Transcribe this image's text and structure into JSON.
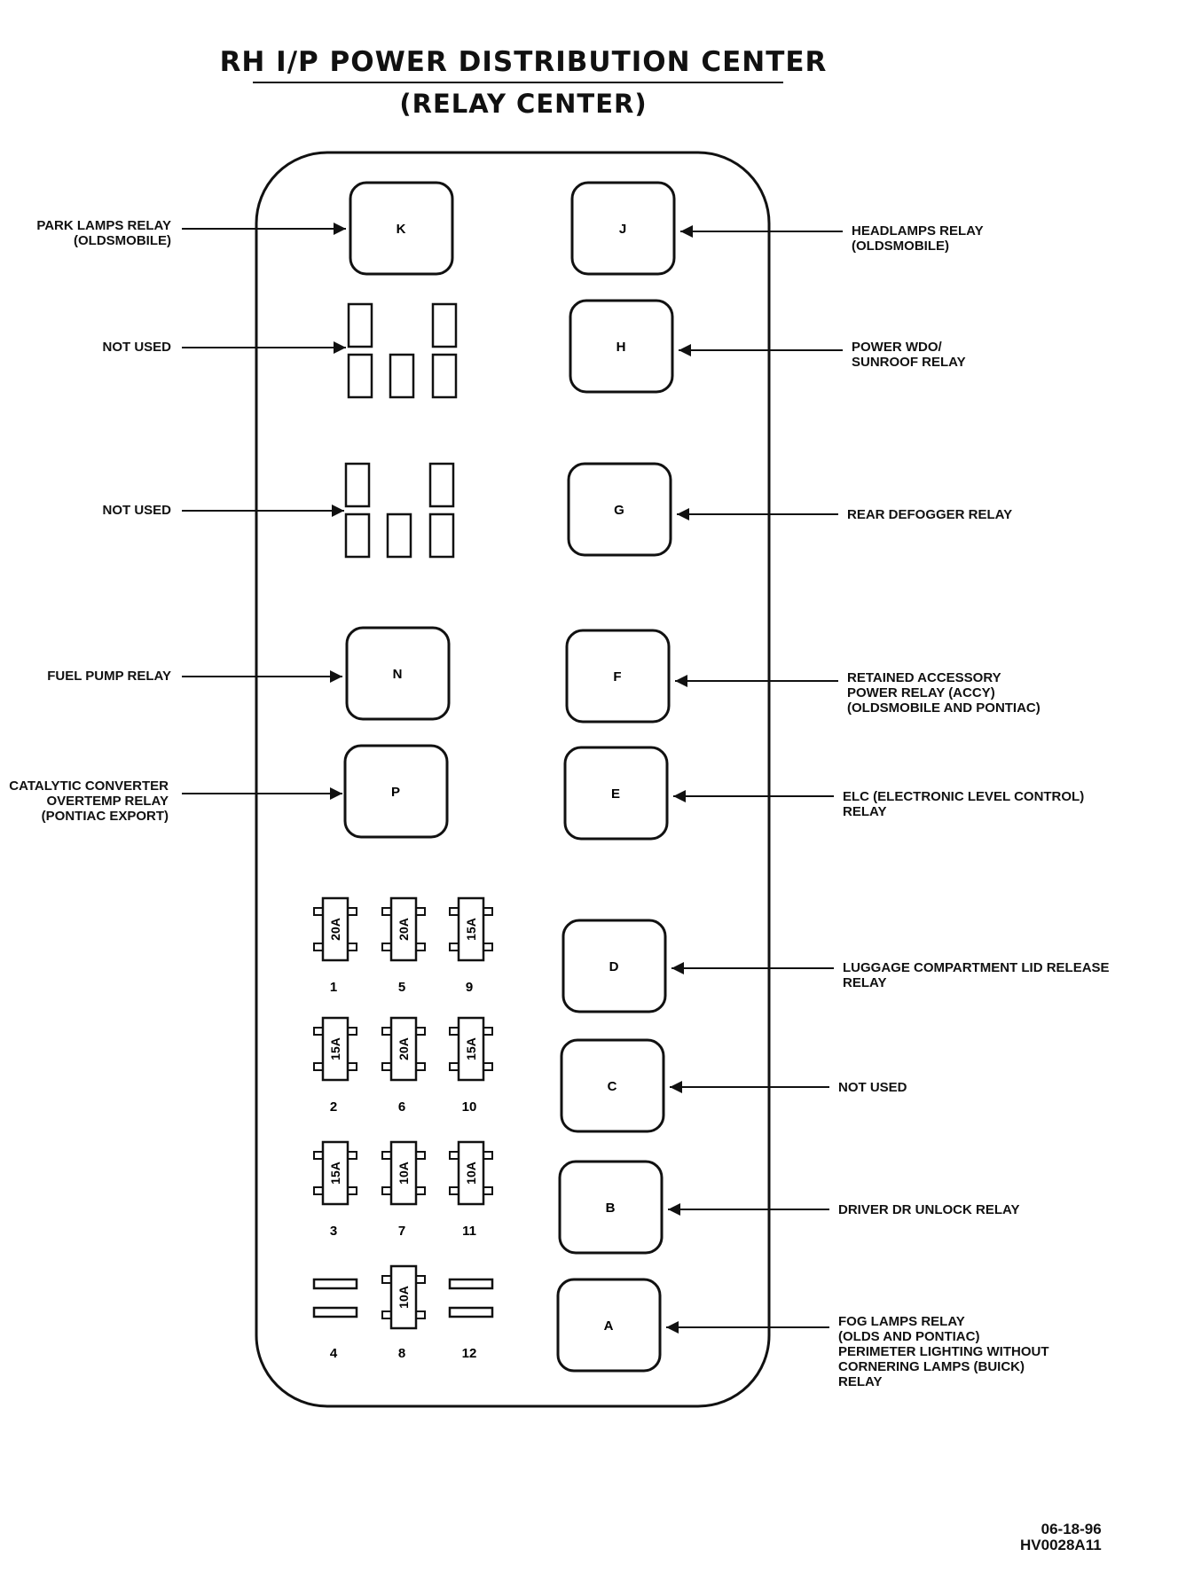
{
  "title": "RH I/P POWER DISTRIBUTION CENTER",
  "subtitle": "(RELAY CENTER)",
  "relays": [
    {
      "id": "K",
      "label": "K"
    },
    {
      "id": "J",
      "label": "J"
    },
    {
      "id": "H",
      "label": "H"
    },
    {
      "id": "G",
      "label": "G"
    },
    {
      "id": "N",
      "label": "N"
    },
    {
      "id": "F",
      "label": "F"
    },
    {
      "id": "P",
      "label": "P"
    },
    {
      "id": "E",
      "label": "E"
    },
    {
      "id": "D",
      "label": "D"
    },
    {
      "id": "C",
      "label": "C"
    },
    {
      "id": "B",
      "label": "B"
    },
    {
      "id": "A",
      "label": "A"
    }
  ],
  "fuses": [
    {
      "number": "1",
      "rating": "20A"
    },
    {
      "number": "5",
      "rating": "20A"
    },
    {
      "number": "9",
      "rating": "15A"
    },
    {
      "number": "2",
      "rating": "15A"
    },
    {
      "number": "6",
      "rating": "20A"
    },
    {
      "number": "10",
      "rating": "15A"
    },
    {
      "number": "3",
      "rating": "15A"
    },
    {
      "number": "7",
      "rating": "10A"
    },
    {
      "number": "11",
      "rating": "10A"
    },
    {
      "number": "4",
      "rating": ""
    },
    {
      "number": "8",
      "rating": "10A"
    },
    {
      "number": "12",
      "rating": ""
    }
  ],
  "left_labels": {
    "park_lamps": "PARK LAMPS RELAY\n(OLDSMOBILE)",
    "not_used_1": "NOT USED",
    "not_used_2": "NOT USED",
    "fuel_pump": "FUEL PUMP RELAY",
    "catalytic": "CATALYTIC CONVERTER\nOVERTEMP RELAY\n(PONTIAC EXPORT)"
  },
  "right_labels": {
    "headlamps": "HEADLAMPS RELAY\n(OLDSMOBILE)",
    "power_wdo": "POWER WDO/\nSUNROOF RELAY",
    "rear_defogger": "REAR DEFOGGER RELAY",
    "retained_accessory": "RETAINED ACCESSORY\nPOWER RELAY (ACCY)\n(OLDSMOBILE AND PONTIAC)",
    "elc": "ELC (ELECTRONIC LEVEL CONTROL)\nRELAY",
    "luggage": "LUGGAGE COMPARTMENT LID RELEASE\nRELAY",
    "not_used": "NOT USED",
    "driver_dr": "DRIVER DR UNLOCK RELAY",
    "fog_lamps": "FOG LAMPS RELAY\n(OLDS AND PONTIAC)\nPERIMETER LIGHTING WITHOUT\nCORNERING LAMPS (BUICK)\nRELAY"
  },
  "drawing_code": {
    "date": "06-18-96",
    "id": "HV0028A11"
  }
}
